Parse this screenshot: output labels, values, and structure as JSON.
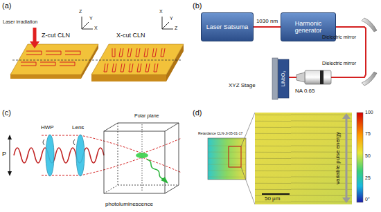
{
  "diagram": {
    "nodes": [
      {
        "text": [
          "Laser Satsuma"
        ]
      },
      {
        "text": [
          "Harmonic generator"
        ]
      }
    ],
    "edges": [
      {
        "from": 0,
        "to": 1,
        "label": "1030 nm",
        "arrow": "none"
      }
    ],
    "labels": [
      "(a)",
      "Laser irradiation",
      "Z-cut CLN",
      "X-cut CLN",
      "Z",
      "X",
      "Y",
      "X",
      "Z",
      "Y",
      "(b)",
      "Dielectric mirror",
      "Dielectric mirror",
      "XYZ Stage",
      "NA 0.65",
      "LiNbO₃",
      "(c)",
      "P",
      "HWP",
      "Lens",
      "Polar plane",
      "photoluminescence",
      "(d)",
      "Retardance CLN-Ji-05-01-17",
      "50 μm",
      "variable pulse energy",
      "100",
      "75",
      "50",
      "25",
      "0°"
    ]
  }
}
